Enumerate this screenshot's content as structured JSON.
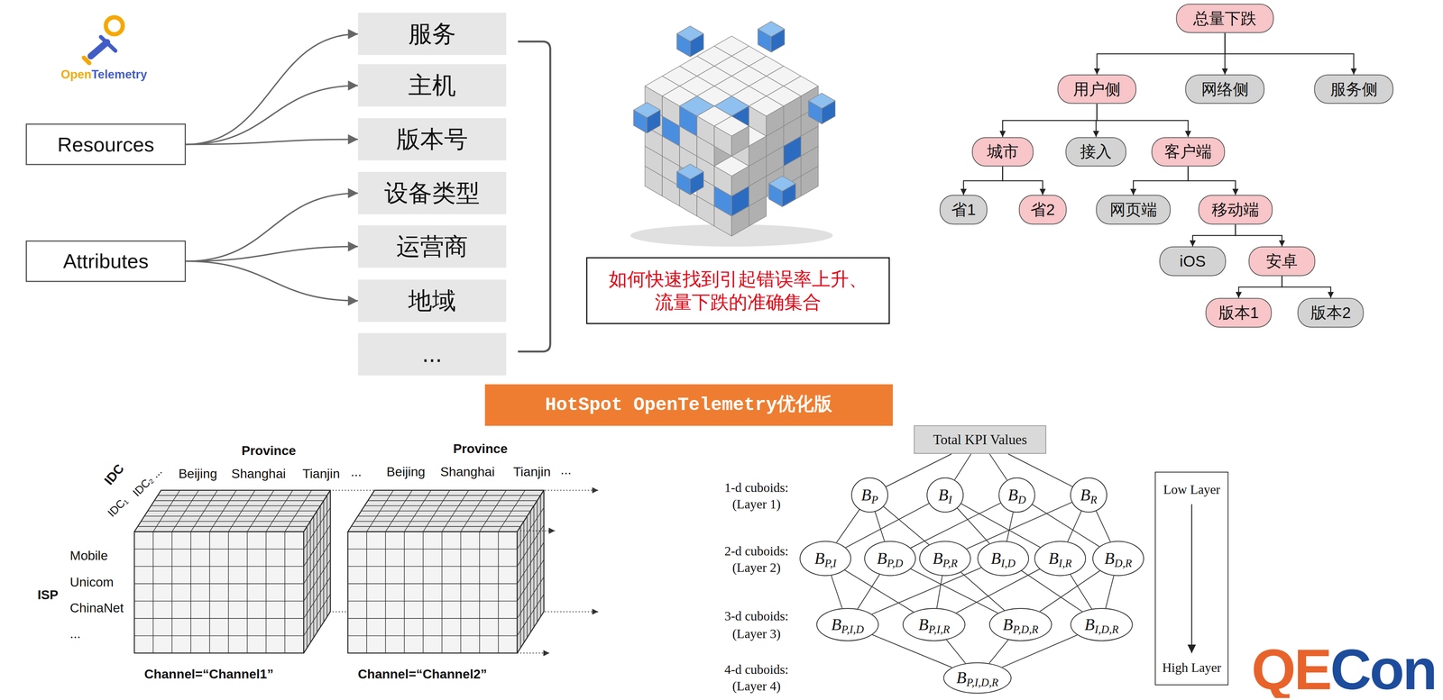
{
  "diagram": {
    "nodes": [
      {
        "text": [
          "Resources"
        ]
      },
      {
        "text": [
          "Attributes"
        ]
      },
      {
        "text": [
          "服务"
        ]
      },
      {
        "text": [
          "主机"
        ]
      },
      {
        "text": [
          "版本号"
        ]
      },
      {
        "text": [
          "设备类型"
        ]
      },
      {
        "text": [
          "运营商"
        ]
      },
      {
        "text": [
          "地域"
        ]
      },
      {
        "text": [
          "..."
        ]
      },
      {
        "text": [
          "如何快速找到引起错误率上升、流量下跌的准确集合"
        ]
      },
      {
        "text": [
          "总量下跌"
        ]
      },
      {
        "text": [
          "用户侧"
        ]
      },
      {
        "text": [
          "网络侧"
        ]
      },
      {
        "text": [
          "服务侧"
        ]
      },
      {
        "text": [
          "城市"
        ]
      },
      {
        "text": [
          "接入"
        ]
      },
      {
        "text": [
          "客户端"
        ]
      },
      {
        "text": [
          "省1"
        ]
      },
      {
        "text": [
          "省2"
        ]
      },
      {
        "text": [
          "网页端"
        ]
      },
      {
        "text": [
          "移动端"
        ]
      },
      {
        "text": [
          "iOS"
        ]
      },
      {
        "text": [
          "安卓"
        ]
      },
      {
        "text": [
          "版本1"
        ]
      },
      {
        "text": [
          "版本2"
        ]
      },
      {
        "text": [
          "HotSpot OpenTelemetry优化版"
        ]
      },
      {
        "text": [
          "Total KPI Values"
        ]
      },
      {
        "text": [
          "B",
          "P"
        ]
      },
      {
        "text": [
          "B",
          "I"
        ]
      },
      {
        "text": [
          "B",
          "D"
        ]
      },
      {
        "text": [
          "B",
          "R"
        ]
      },
      {
        "text": [
          "B",
          "P,I"
        ]
      },
      {
        "text": [
          "B",
          "P,D"
        ]
      },
      {
        "text": [
          "B",
          "P,R"
        ]
      },
      {
        "text": [
          "B",
          "I,D"
        ]
      },
      {
        "text": [
          "B",
          "I,R"
        ]
      },
      {
        "text": [
          "B",
          "D,R"
        ]
      },
      {
        "text": [
          "B",
          "P,I,D"
        ]
      },
      {
        "text": [
          "B",
          "P,I,R"
        ]
      },
      {
        "text": [
          "B",
          "P,D,R"
        ]
      },
      {
        "text": [
          "B",
          "I,D,R"
        ]
      },
      {
        "text": [
          "B",
          "P,I,D,R"
        ]
      },
      {
        "text": [
          "Low Layer",
          "High Layer"
        ]
      }
    ],
    "edges": [
      {
        "from": 0,
        "to": 2,
        "arrow": "to"
      },
      {
        "from": 0,
        "to": 3,
        "arrow": "to"
      },
      {
        "from": 0,
        "to": 4,
        "arrow": "to"
      },
      {
        "from": 1,
        "to": 5,
        "arrow": "to"
      },
      {
        "from": 1,
        "to": 6,
        "arrow": "to"
      },
      {
        "from": 1,
        "to": 7,
        "arrow": "to"
      },
      {
        "from": 10,
        "to": 11,
        "arrow": "to"
      },
      {
        "from": 10,
        "to": 12,
        "arrow": "to"
      },
      {
        "from": 10,
        "to": 13,
        "arrow": "to"
      },
      {
        "from": 11,
        "to": 14,
        "arrow": "to"
      },
      {
        "from": 11,
        "to": 15,
        "arrow": "to"
      },
      {
        "from": 11,
        "to": 16,
        "arrow": "to"
      },
      {
        "from": 14,
        "to": 17,
        "arrow": "to"
      },
      {
        "from": 14,
        "to": 18,
        "arrow": "to"
      },
      {
        "from": 16,
        "to": 19,
        "arrow": "to"
      },
      {
        "from": 16,
        "to": 20,
        "arrow": "to"
      },
      {
        "from": 20,
        "to": 21,
        "arrow": "to"
      },
      {
        "from": 20,
        "to": 22,
        "arrow": "to"
      },
      {
        "from": 22,
        "to": 23,
        "arrow": "to"
      },
      {
        "from": 22,
        "to": 24,
        "arrow": "to"
      },
      {
        "from": 26,
        "to": 27,
        "arrow": "none"
      },
      {
        "from": 26,
        "to": 28,
        "arrow": "none"
      },
      {
        "from": 26,
        "to": 29,
        "arrow": "none"
      },
      {
        "from": 26,
        "to": 30,
        "arrow": "none"
      },
      {
        "from": 27,
        "to": 31,
        "arrow": "none"
      },
      {
        "from": 27,
        "to": 32,
        "arrow": "none"
      },
      {
        "from": 27,
        "to": 33,
        "arrow": "none"
      },
      {
        "from": 28,
        "to": 31,
        "arrow": "none"
      },
      {
        "from": 28,
        "to": 34,
        "arrow": "none"
      },
      {
        "from": 28,
        "to": 35,
        "arrow": "none"
      },
      {
        "from": 29,
        "to": 32,
        "arrow": "none"
      },
      {
        "from": 29,
        "to": 34,
        "arrow": "none"
      },
      {
        "from": 29,
        "to": 36,
        "arrow": "none"
      },
      {
        "from": 30,
        "to": 33,
        "arrow": "none"
      },
      {
        "from": 30,
        "to": 35,
        "arrow": "none"
      },
      {
        "from": 30,
        "to": 36,
        "arrow": "none"
      },
      {
        "from": 31,
        "to": 37,
        "arrow": "none"
      },
      {
        "from": 31,
        "to": 38,
        "arrow": "none"
      },
      {
        "from": 32,
        "to": 37,
        "arrow": "none"
      },
      {
        "from": 32,
        "to": 39,
        "arrow": "none"
      },
      {
        "from": 33,
        "to": 38,
        "arrow": "none"
      },
      {
        "from": 33,
        "to": 39,
        "arrow": "none"
      },
      {
        "from": 34,
        "to": 37,
        "arrow": "none"
      },
      {
        "from": 34,
        "to": 40,
        "arrow": "none"
      },
      {
        "from": 35,
        "to": 38,
        "arrow": "none"
      },
      {
        "from": 35,
        "to": 40,
        "arrow": "none"
      },
      {
        "from": 36,
        "to": 39,
        "arrow": "none"
      },
      {
        "from": 36,
        "to": 40,
        "arrow": "none"
      },
      {
        "from": 37,
        "to": 41,
        "arrow": "none"
      },
      {
        "from": 38,
        "to": 41,
        "arrow": "none"
      },
      {
        "from": 39,
        "to": 41,
        "arrow": "none"
      },
      {
        "from": 40,
        "to": 41,
        "arrow": "none"
      }
    ],
    "labels": [
      "OpenTelemetry",
      "IDC",
      "IDC₁",
      "IDC₂ ...",
      "Province",
      "Beijing",
      "Shanghai",
      "Tianjin",
      "...",
      "Province",
      "Beijing",
      "Shanghai",
      "Tianjin",
      "...",
      "Mobile",
      "Unicom",
      "ChinaNet",
      "...",
      "ISP",
      "Channel=“Channel1”",
      "Channel=“Channel2”",
      "1-d cuboids:",
      "(Layer 1)",
      "2-d cuboids:",
      "(Layer 2)",
      "3-d cuboids:",
      "(Layer 3)",
      "4-d cuboids:",
      "(Layer 4)",
      "QECon"
    ]
  }
}
